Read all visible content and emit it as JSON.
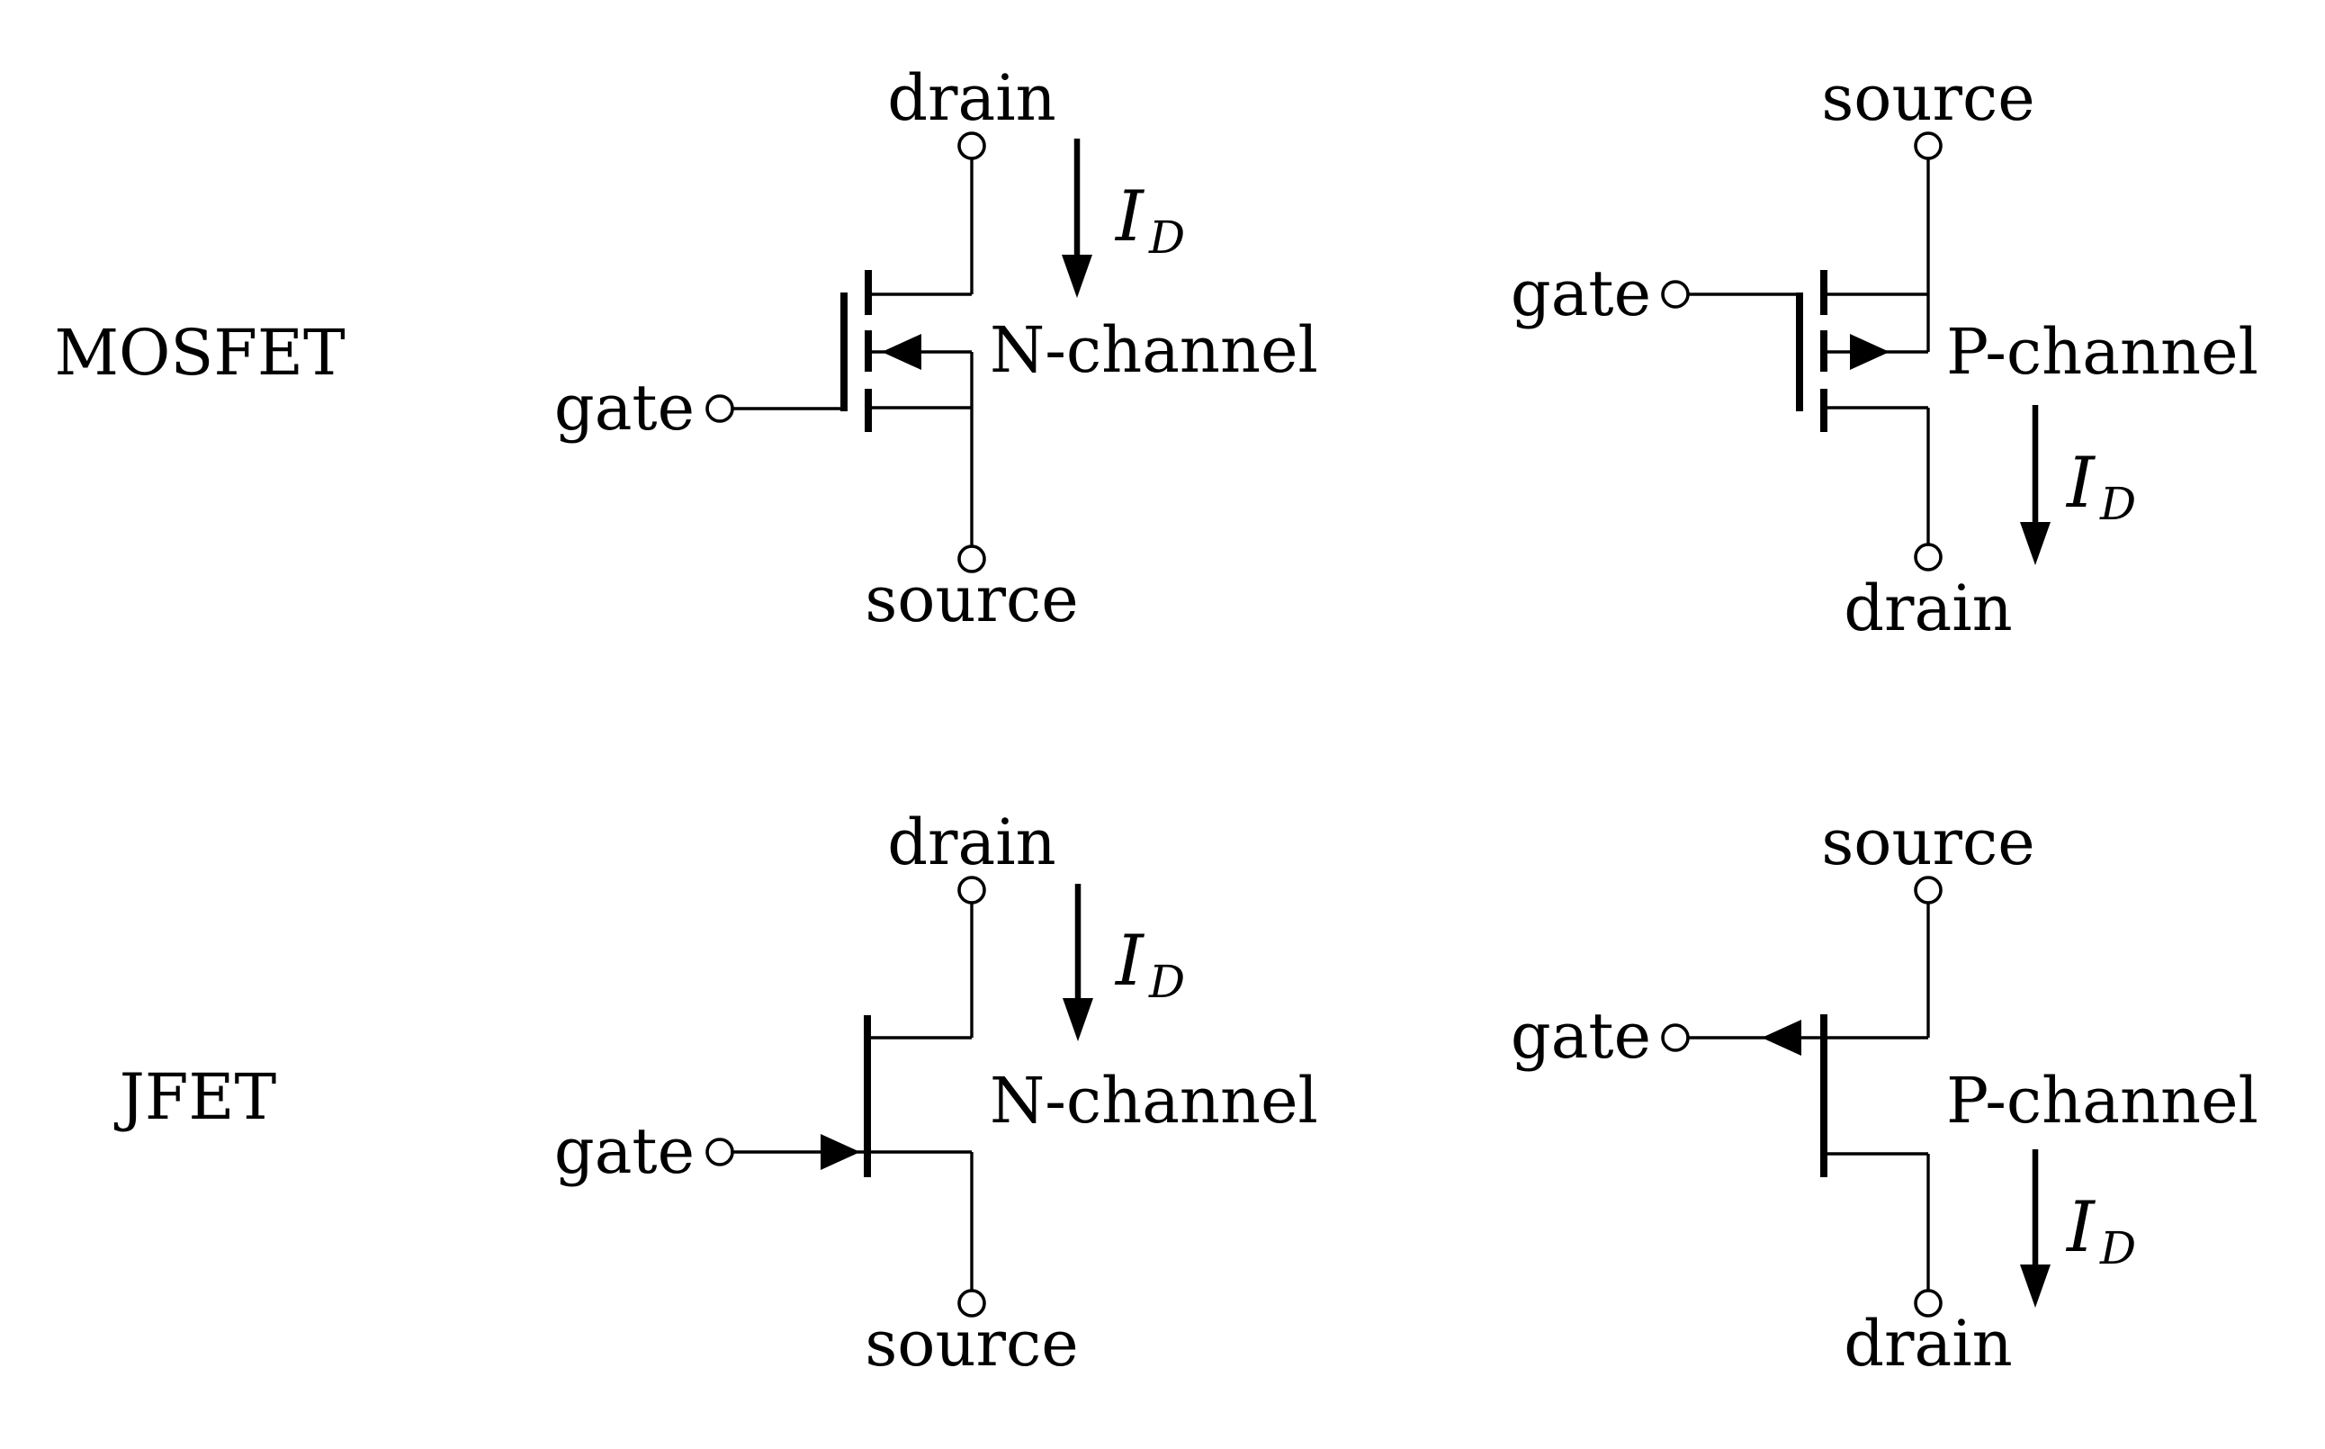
{
  "figure": {
    "background_color": "#ffffff",
    "ink_color": "#000000"
  },
  "rows": {
    "mosfet": {
      "label": "MOSFET"
    },
    "jfet": {
      "label": "JFET"
    }
  },
  "cells": {
    "mosfet_n": {
      "top_terminal": "drain",
      "bottom_terminal": "source",
      "gate_terminal": "gate",
      "channel_label": "N-channel",
      "current_main": "I",
      "current_sub": "D"
    },
    "mosfet_p": {
      "top_terminal": "source",
      "bottom_terminal": "drain",
      "gate_terminal": "gate",
      "channel_label": "P-channel",
      "current_main": "I",
      "current_sub": "D"
    },
    "jfet_n": {
      "top_terminal": "drain",
      "bottom_terminal": "source",
      "gate_terminal": "gate",
      "channel_label": "N-channel",
      "current_main": "I",
      "current_sub": "D"
    },
    "jfet_p": {
      "top_terminal": "source",
      "bottom_terminal": "drain",
      "gate_terminal": "gate",
      "channel_label": "P-channel",
      "current_main": "I",
      "current_sub": "D"
    }
  }
}
